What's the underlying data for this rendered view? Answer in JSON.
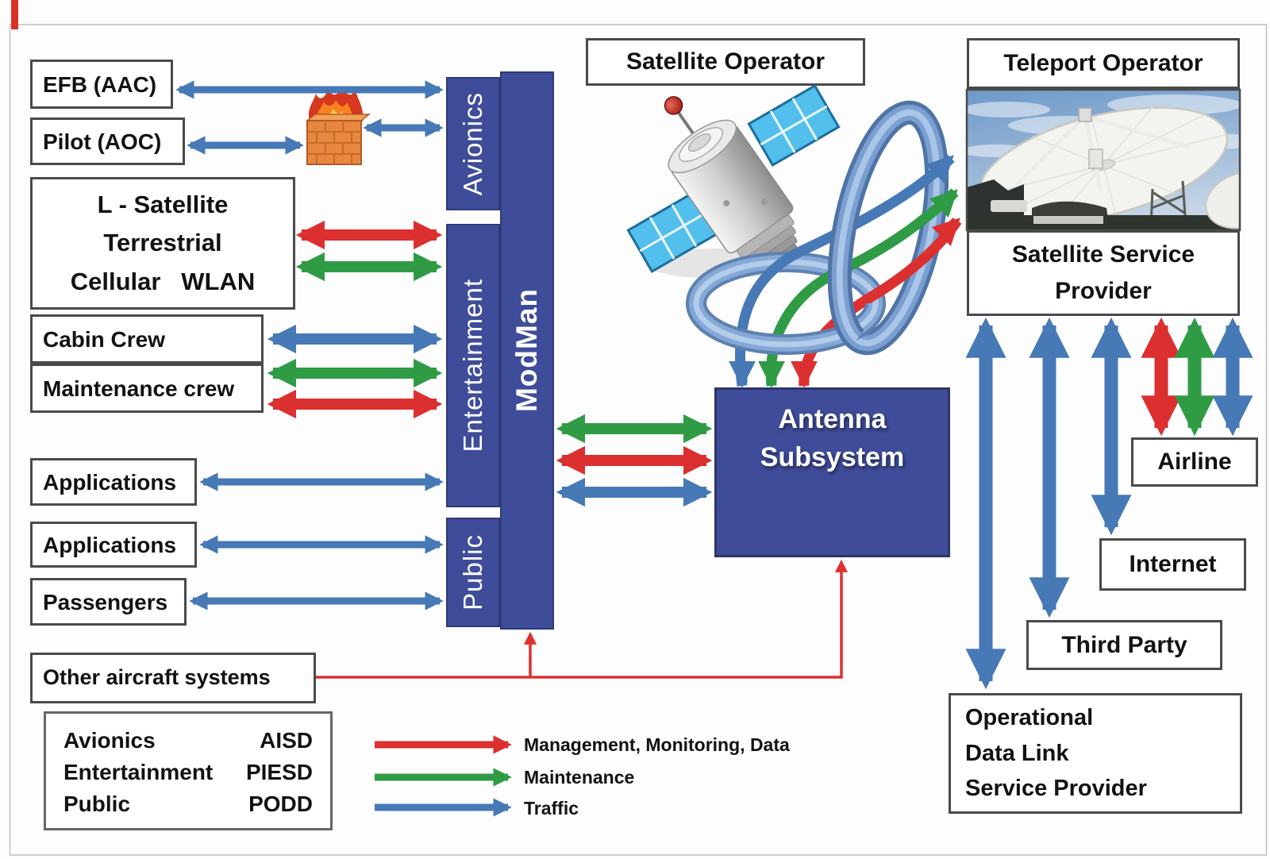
{
  "nodes": {
    "efb": "EFB (AAC)",
    "pilot": "Pilot (AOC)",
    "link_bearers": "L - Satellite\nTerrestrial\nCellular   WLAN",
    "cabin_crew": "Cabin Crew",
    "maintenance_crew": "Maintenance crew",
    "applications_1": "Applications",
    "applications_2": "Applications",
    "passengers": "Passengers",
    "other_aircraft": "Other aircraft systems",
    "satellite_operator": "Satellite Operator",
    "teleport_operator": "Teleport Operator",
    "satellite_service_provider": "Satellite Service\nProvider",
    "antenna_subsystem": "Antenna\nSubsystem",
    "airline": "Airline",
    "internet": "Internet",
    "third_party": "Third Party",
    "odlsp": "Operational\nData Link\nService Provider"
  },
  "bars": {
    "avionics": "Avionics",
    "entertainment": "Entertainment",
    "public": "Public",
    "modman": "ModMan"
  },
  "acronym_legend": {
    "rows": [
      {
        "name": "Avionics",
        "code": "AISD"
      },
      {
        "name": "Entertainment",
        "code": "PIESD"
      },
      {
        "name": "Public",
        "code": "PODD"
      }
    ]
  },
  "arrow_legend": {
    "management": "Management, Monitoring, Data",
    "maintenance": "Maintenance",
    "traffic": "Traffic"
  },
  "icons": {
    "satellite": "satellite-icon",
    "firewall": "firewall-icon",
    "orbit_rings": "orbit-ring-icon",
    "teleport_dish": "satellite-dish-photo"
  },
  "colors": {
    "node_fill": "#3E4C99",
    "arrow_red": "#DC2F2F",
    "arrow_green": "#2F9C45",
    "arrow_blue": "#4679B6"
  }
}
